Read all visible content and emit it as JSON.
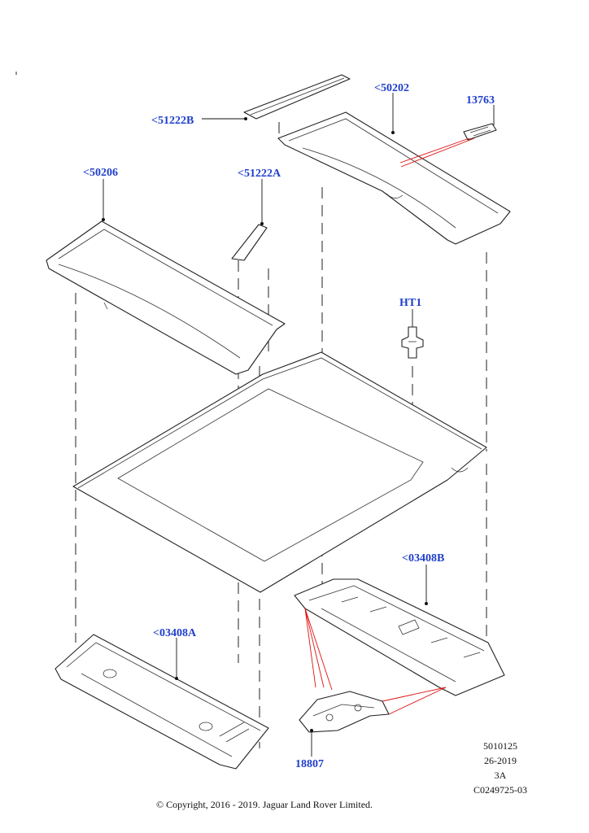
{
  "colors": {
    "callout": "#1f3fcc",
    "red_leader": "#dd1111",
    "line": "#222222",
    "background": "#ffffff"
  },
  "callouts": {
    "c50202": "<50202",
    "c13763": "13763",
    "c51222B": "<51222B",
    "c50206": "<50206",
    "c51222A": "<51222A",
    "cHT1": "HT1",
    "c03408B": "<03408B",
    "c03408A": "<03408A",
    "c18807": "18807"
  },
  "drawing_info": {
    "line1": "5010125",
    "line2": "26-2019",
    "line3": "3A",
    "line4": "C0249725-03"
  },
  "copyright": "© Copyright, 2016 - 2019. Jaguar Land Rover Limited."
}
